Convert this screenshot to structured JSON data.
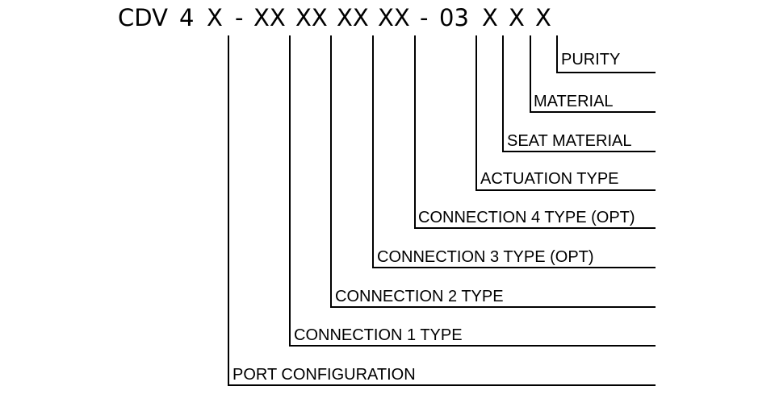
{
  "part_number": {
    "tokens": [
      "CDV",
      "4",
      "X",
      "-",
      "XX",
      "XX",
      "XX",
      "XX",
      "-",
      "03",
      "X",
      "X",
      "X"
    ]
  },
  "fields": [
    {
      "label": "PURITY"
    },
    {
      "label": "MATERIAL"
    },
    {
      "label": "SEAT MATERIAL"
    },
    {
      "label": "ACTUATION TYPE"
    },
    {
      "label": "CONNECTION 4 TYPE (OPT)"
    },
    {
      "label": "CONNECTION 3 TYPE (OPT)"
    },
    {
      "label": "CONNECTION 2 TYPE"
    },
    {
      "label": "CONNECTION 1 TYPE"
    },
    {
      "label": "PORT CONFIGURATION"
    }
  ],
  "colors": {
    "ink": "#000000",
    "background": "#ffffff"
  }
}
